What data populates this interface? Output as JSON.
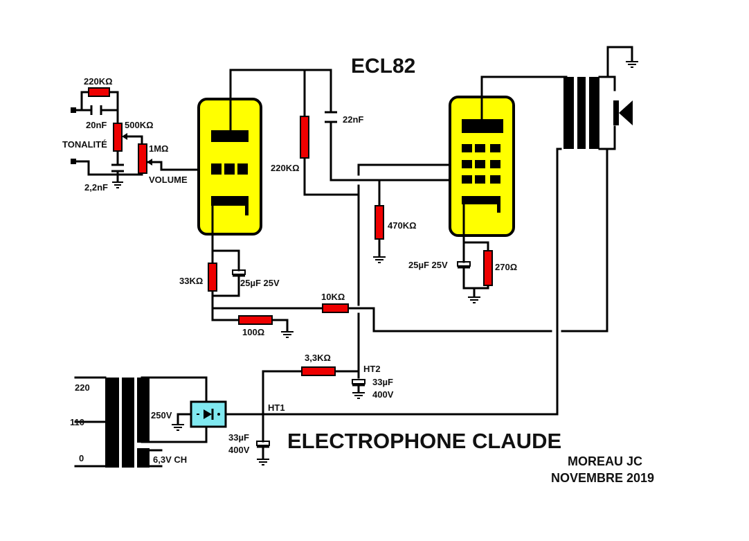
{
  "colors": {
    "wire": "#000000",
    "tube_fill": "#ffff00",
    "resistor_fill": "#ee0000",
    "rectifier_fill": "#80e8f0",
    "background": "#ffffff"
  },
  "diagram": {
    "tube_title": "ECL82",
    "main_title": "ELECTROPHONE CLAUDE",
    "author": "MOREAU JC",
    "date": "NOVEMBRE 2019"
  },
  "components": {
    "r_tone_feedback": "220KΩ",
    "c_tone": "20nF",
    "pot_tone_value": "500KΩ",
    "pot_tone_name": "TONALITÉ",
    "pot_volume_value": "1MΩ",
    "pot_volume_name": "VOLUME",
    "c_tone_ground": "2,2nF",
    "r_plate_triode": "220KΩ",
    "c_coupling": "22nF",
    "r_grid_pentode": "470KΩ",
    "r_cathode_triode": "33KΩ",
    "c_cathode_triode": "25µF 25V",
    "r_feedback": "10KΩ",
    "r_feedback_ground": "100Ω",
    "c_cathode_pentode": "25µF 25V",
    "r_cathode_pentode": "270Ω",
    "r_filter": "3,3KΩ",
    "ht2_label": "HT2",
    "c_ht2_value": "33µF",
    "c_ht2_voltage": "400V",
    "ht1_label": "HT1",
    "c_ht1_value": "33µF",
    "c_ht1_voltage": "400V",
    "tr_primary_220": "220",
    "tr_primary_110": "110",
    "tr_primary_0": "0",
    "tr_secondary_ht": "250V",
    "tr_secondary_heater": "6,3V CH"
  }
}
